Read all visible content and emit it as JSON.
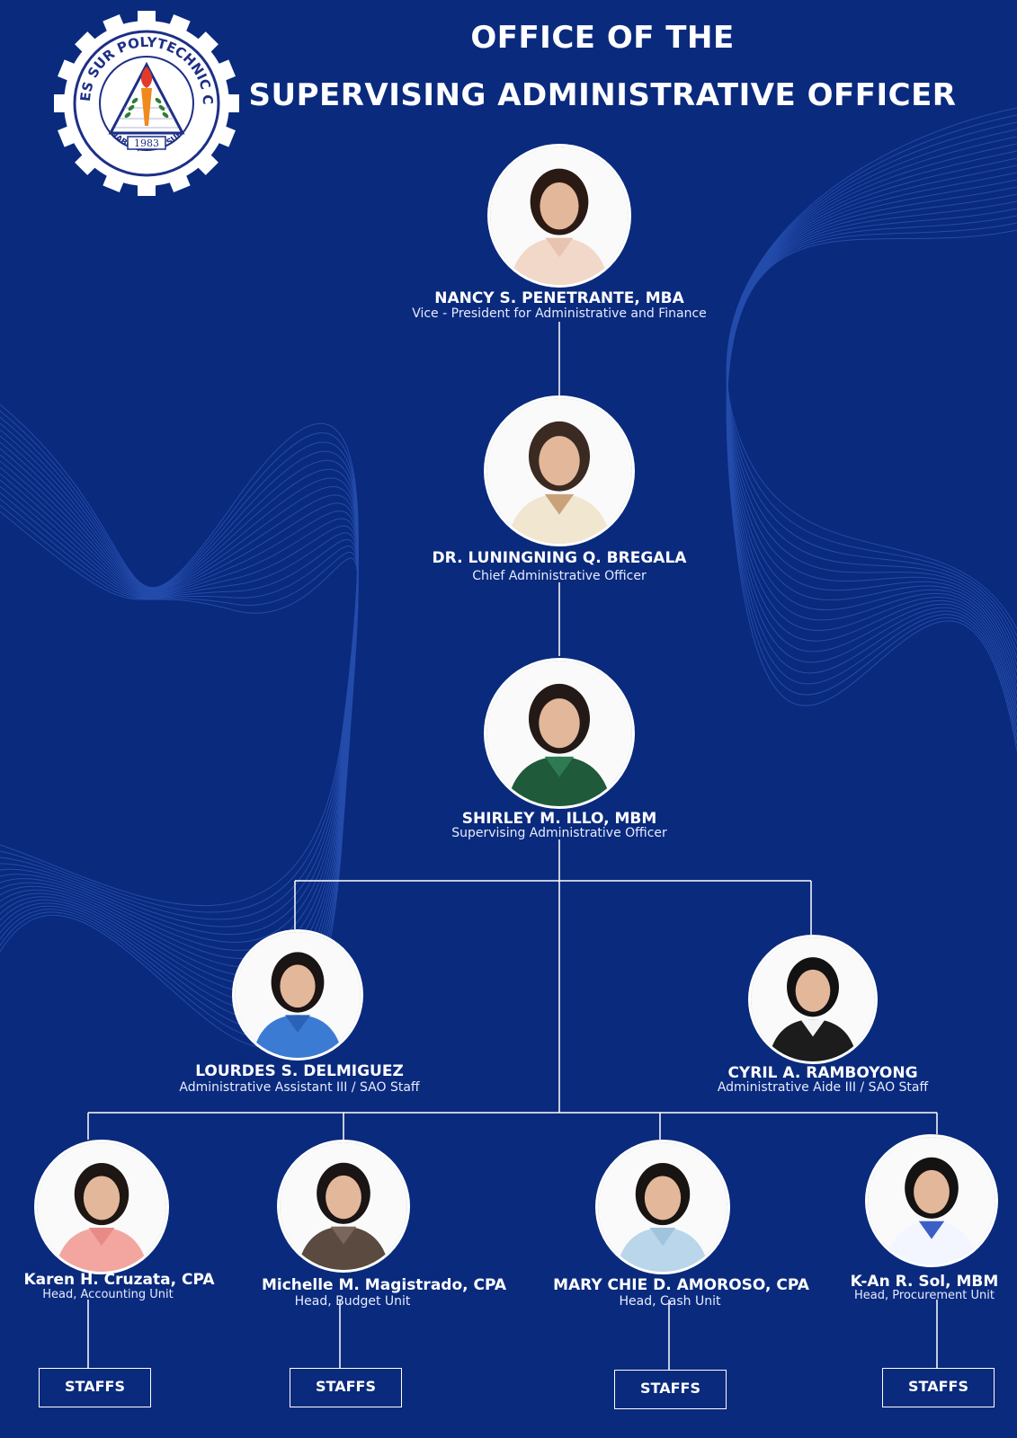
{
  "header": {
    "title_line1": "OFFICE OF THE",
    "title_line2": "SUPERVISING ADMINISTRATIVE OFFICER"
  },
  "logo": {
    "ring_text_top": "CAMARINES SUR POLYTECHNIC COLLEGES",
    "ring_text_bottom": "NABUA, CAM. SUR",
    "year": "1983"
  },
  "colors": {
    "background": "#0a2a7d",
    "line": "#ffffff",
    "decor": "#2f5fc9"
  },
  "people": {
    "vp": {
      "name": "NANCY S. PENETRANTE, MBA",
      "role": "Vice - President for Administrative and Finance"
    },
    "cao": {
      "name": "DR. LUNINGNING Q. BREGALA",
      "role": "Chief Administrative Officer"
    },
    "sao": {
      "name": "SHIRLEY M. ILLO, MBM",
      "role": "Supervising Administrative Officer"
    },
    "asst": {
      "name": "LOURDES S. DELMIGUEZ",
      "role": "Administrative Assistant III / SAO Staff"
    },
    "aide": {
      "name": "CYRIL A. RAMBOYONG",
      "role": "Administrative Aide III /  SAO Staff"
    },
    "accounting": {
      "name": "Karen H. Cruzata, CPA",
      "role": "Head, Accounting Unit"
    },
    "budget": {
      "name": "Michelle M. Magistrado, CPA",
      "role": "Head, Budget Unit"
    },
    "cash": {
      "name": "MARY CHIE D. AMOROSO, CPA",
      "role": "Head, Cash Unit"
    },
    "procurement": {
      "name": "K-An R. Sol, MBM",
      "role": "Head, Procurement Unit"
    }
  },
  "staff_boxes": {
    "accounting": "STAFFS",
    "budget": "STAFFS",
    "cash": "STAFFS",
    "procurement": "STAFFS"
  }
}
